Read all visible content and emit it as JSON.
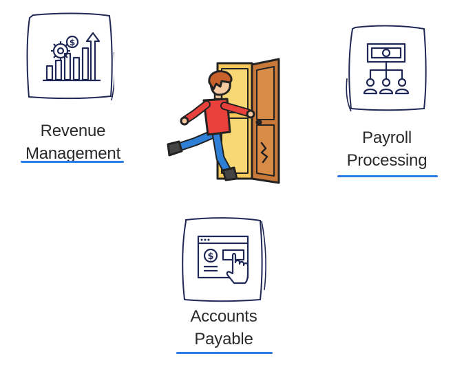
{
  "colors": {
    "ink": "#1f2754",
    "accent": "#2a7be4",
    "door": "#c8793a",
    "door_panel": "#f5c95b",
    "shirt": "#e8403a",
    "pants": "#2f7fd6",
    "hair": "#c8612c",
    "skin": "#f4c9a0"
  },
  "nodes": {
    "revenue": {
      "icon": "revenue-growth-gear-chart-icon",
      "label_line1": "Revenue",
      "label_line2": "Management"
    },
    "payroll": {
      "icon": "payroll-money-people-icon",
      "label_line1": "Payroll",
      "label_line2": "Processing"
    },
    "accounts": {
      "icon": "accounts-payable-payment-click-icon",
      "label_line1": "Accounts",
      "label_line2": "Payable"
    }
  },
  "center": {
    "icon": "person-exiting-door-icon"
  }
}
